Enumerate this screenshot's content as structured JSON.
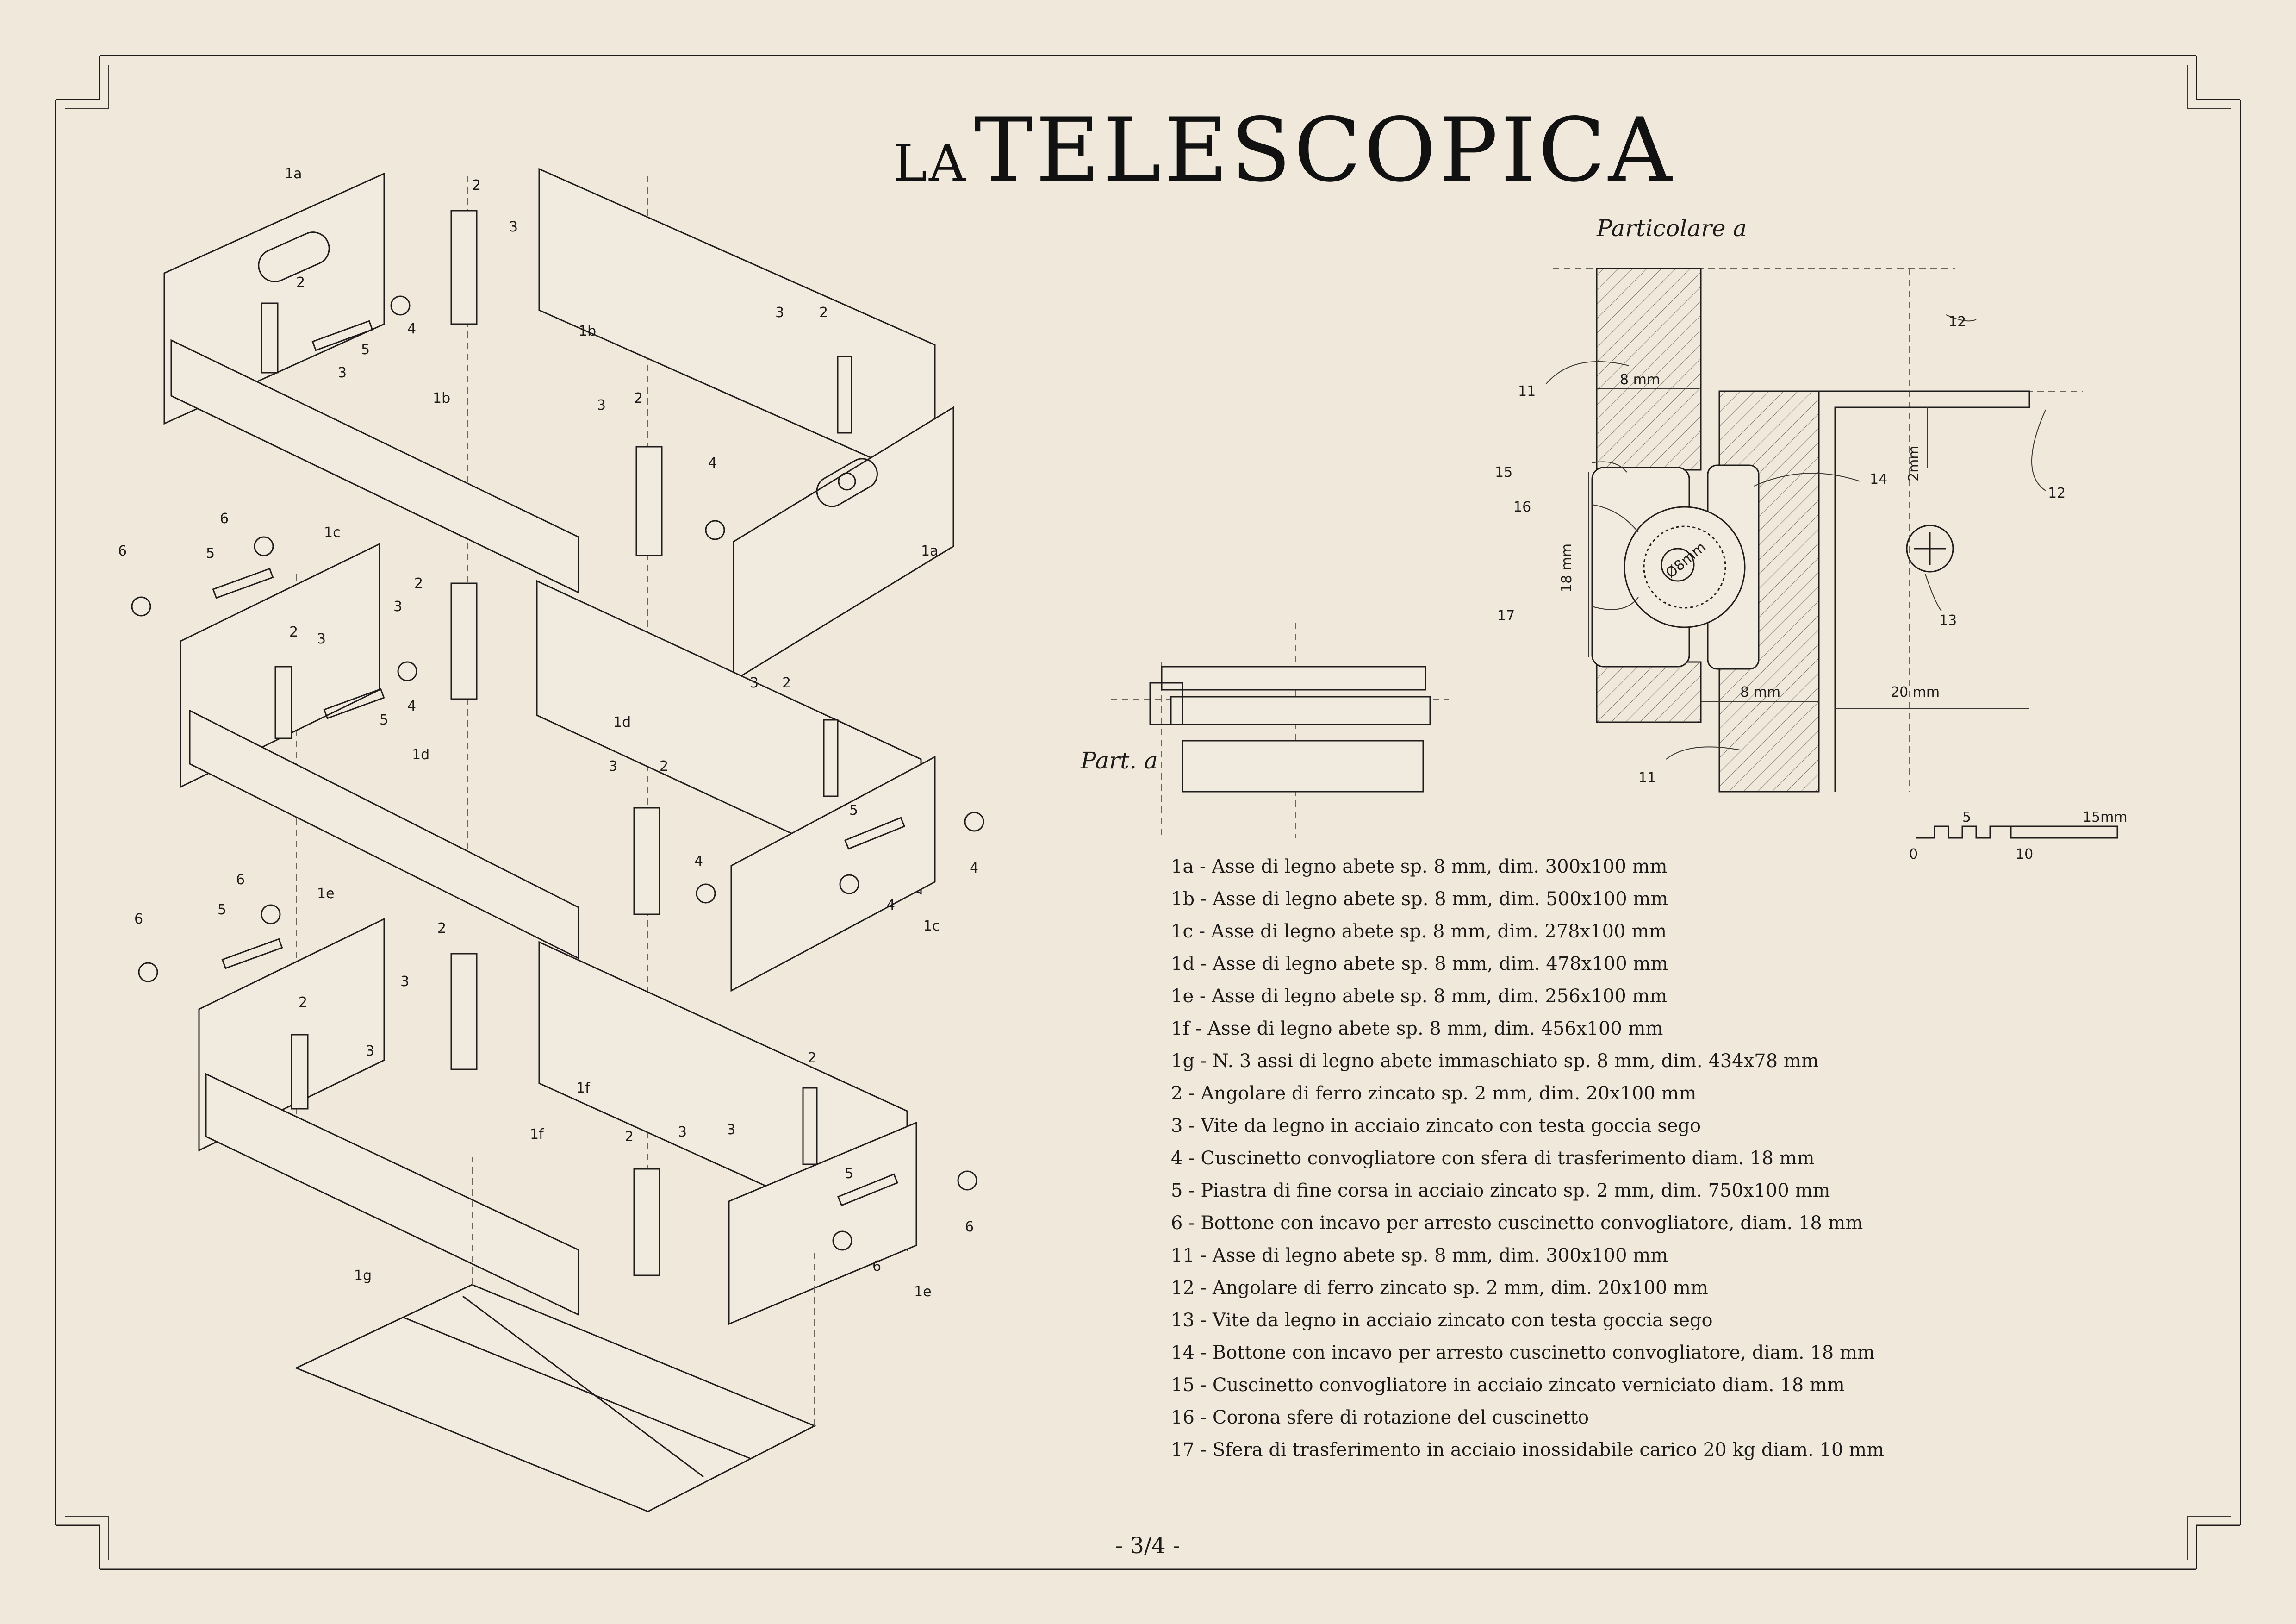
{
  "title": {
    "prefix": "LA",
    "main": "TELESCOPICA"
  },
  "page_number": "- 3/4 -",
  "detail": {
    "title": "Particolare a",
    "part_label": "Part. a",
    "labels": [
      "11",
      "12",
      "12",
      "13",
      "14",
      "15",
      "16",
      "17",
      "11"
    ],
    "dimensions": {
      "d1": "8  mm",
      "d2": "2mm",
      "d3": "18  mm",
      "d4": "Ø8mm",
      "d5": "8  mm",
      "d6": "20  mm"
    },
    "scale": {
      "t0": "0",
      "t5": "5",
      "t10": "10",
      "t15": "15mm"
    }
  },
  "exploded_labels": {
    "l1a_top": "1a",
    "l2_a": "2",
    "l3_a": "3",
    "l1b_a": "1b",
    "l3_b": "3",
    "l2_b": "2",
    "l2_c": "2",
    "l5_a": "5",
    "l4_a": "4",
    "l3_c": "3",
    "l1b_b": "1b",
    "l3_d": "3",
    "l2_d": "2",
    "l4_b": "4",
    "l1a_b": "1a",
    "l6_a": "6",
    "l5_b": "5",
    "l1c_a": "1c",
    "l6_b": "6",
    "l2_e": "2",
    "l3_e": "3",
    "l2_f": "2",
    "l3_f": "3",
    "l5_c": "5",
    "l4_c": "4",
    "l1d_a": "1d",
    "l1d_b": "1d",
    "l3_g": "3",
    "l2_g": "2",
    "l3_h": "3",
    "l2_h": "2",
    "l5_d": "5",
    "l4_d": "4",
    "l4_e": "4",
    "l4_f": "4",
    "l1c_b": "1c",
    "l6_c": "6",
    "l5_e": "5",
    "l1e_a": "1e",
    "l6_d": "6",
    "l2_i": "2",
    "l3_i": "3",
    "l2_j": "2",
    "l3_j": "3",
    "l1f_a": "1f",
    "l2_k": "2",
    "l3_k": "3",
    "l1f_b": "1f",
    "l2_l": "2",
    "l3_l": "3",
    "l5_f": "5",
    "l6_e": "6",
    "l6_f": "6",
    "l1e_b": "1e",
    "l1g": "1g"
  },
  "legend": [
    "1a - Asse di legno abete  sp. 8 mm, dim. 300x100 mm",
    "1b - Asse di legno abete  sp. 8 mm, dim. 500x100 mm",
    "1c - Asse di legno abete  sp. 8 mm, dim. 278x100 mm",
    "1d - Asse di legno abete  sp. 8 mm, dim. 478x100 mm",
    "1e - Asse di legno abete  sp. 8 mm, dim. 256x100 mm",
    "1f - Asse di legno abete  sp. 8 mm, dim. 456x100 mm",
    "1g - N. 3 assi di legno abete immaschiato  sp. 8 mm, dim. 434x78 mm",
    "2 - Angolare di ferro zincato sp. 2 mm, dim. 20x100 mm",
    "3 - Vite da legno in acciaio zincato con testa goccia sego",
    "4 - Cuscinetto convogliatore con sfera di trasferimento diam. 18 mm",
    "5 - Piastra di fine corsa in acciaio zincato sp. 2  mm, dim. 750x100 mm",
    "6 - Bottone con incavo per arresto cuscinetto convogliatore, diam. 18 mm",
    "11 - Asse di legno abete  sp. 8 mm, dim. 300x100 mm",
    "12 - Angolare di ferro zincato sp. 2 mm, dim. 20x100 mm",
    "13 - Vite da legno in acciaio zincato con testa goccia sego",
    "14 - Bottone con incavo per arresto cuscinetto convogliatore, diam. 18 mm",
    "15 - Cuscinetto convogliatore in acciaio zincato verniciato diam. 18 mm",
    "16 - Corona sfere di rotazione del cuscinetto",
    "17 - Sfera di trasferimento in acciaio inossidabile carico 20 kg diam. 10 mm"
  ]
}
